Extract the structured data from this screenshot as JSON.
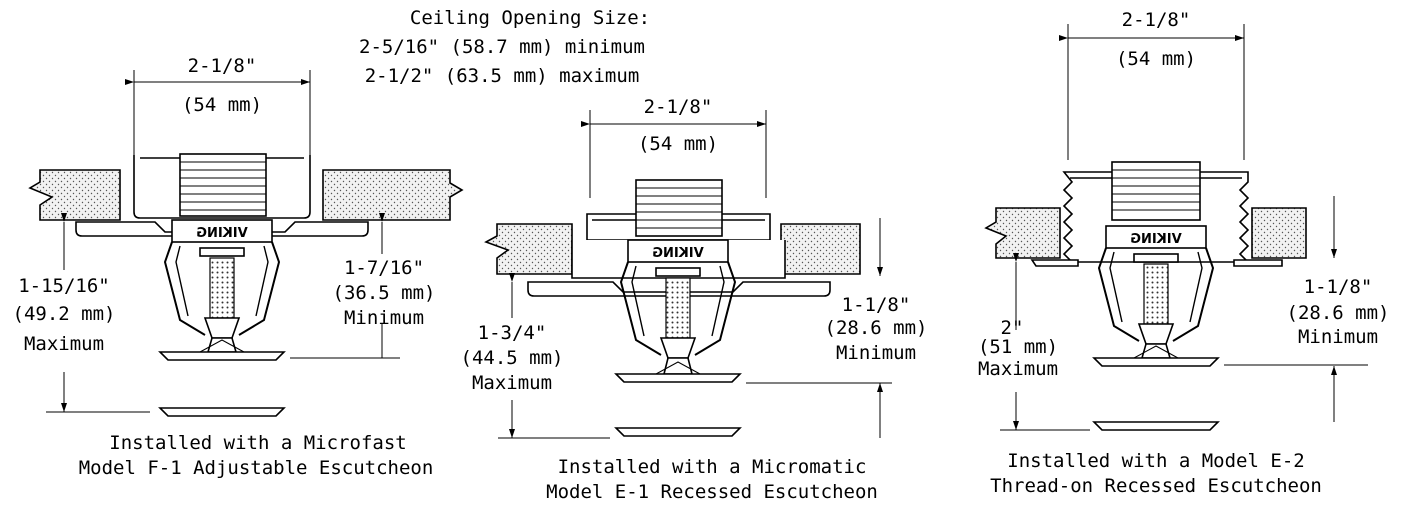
{
  "ceiling_opening": {
    "title": "Ceiling Opening Size:",
    "minimum": "2-5/16\" (58.7 mm) minimum",
    "maximum": "2-1/2\" (63.5 mm) maximum"
  },
  "brand_mark": "VIKING",
  "views": [
    {
      "width_in": "2-1/8\"",
      "width_mm": "(54 mm)",
      "left_dim": [
        "1-15/16\"",
        "(49.2 mm)",
        "Maximum"
      ],
      "right_dim": [
        "1-7/16\"",
        "(36.5 mm)",
        "Minimum"
      ],
      "caption": [
        "Installed with a Microfast",
        "Model F-1 Adjustable Escutcheon"
      ]
    },
    {
      "width_in": "2-1/8\"",
      "width_mm": "(54 mm)",
      "left_dim": [
        "1-3/4\"",
        "(44.5 mm)",
        "Maximum"
      ],
      "right_dim": [
        "1-1/8\"",
        "(28.6 mm)",
        "Minimum"
      ],
      "caption": [
        "Installed with a Micromatic",
        "Model E-1 Recessed Escutcheon"
      ]
    },
    {
      "width_in": "2-1/8\"",
      "width_mm": "(54 mm)",
      "left_dim": [
        "2\"",
        "(51 mm)",
        "Maximum"
      ],
      "right_dim": [
        "1-1/8\"",
        "(28.6 mm)",
        "Minimum"
      ],
      "caption": [
        "Installed with a Model E-2",
        "Thread-on Recessed Escutcheon"
      ]
    }
  ]
}
